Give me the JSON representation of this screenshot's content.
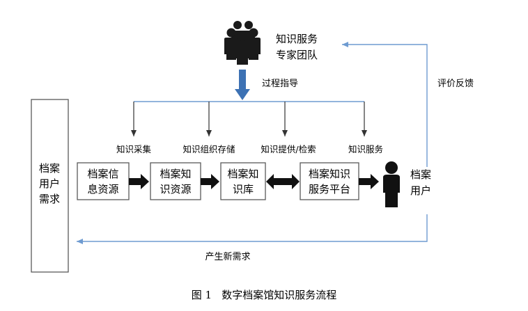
{
  "expert_team": {
    "line1": "知识服务",
    "line2": "专家团队"
  },
  "guidance_label": "过程指导",
  "feedback_label": "评价反馈",
  "user_demand": {
    "line1": "档案",
    "line2": "用户",
    "line3": "需求"
  },
  "stage_labels": [
    "知识采集",
    "知识组织存储",
    "知识提供/检索",
    "知识服务"
  ],
  "boxes": [
    {
      "line1": "档案信",
      "line2": "息资源"
    },
    {
      "line1": "档案知",
      "line2": "识资源"
    },
    {
      "line1": "档案知",
      "line2": "识库"
    },
    {
      "line1": "档案知识",
      "line2": "服务平台"
    }
  ],
  "archive_user": {
    "line1": "档案",
    "line2": "用户"
  },
  "new_demand_label": "产生新需求",
  "caption": "图 1   数字档案馆知识服务流程",
  "colors": {
    "blue_line": "#6e9bd1",
    "blue_arrow": "#3d72b4",
    "box_border": "#595959",
    "black": "#111111"
  }
}
